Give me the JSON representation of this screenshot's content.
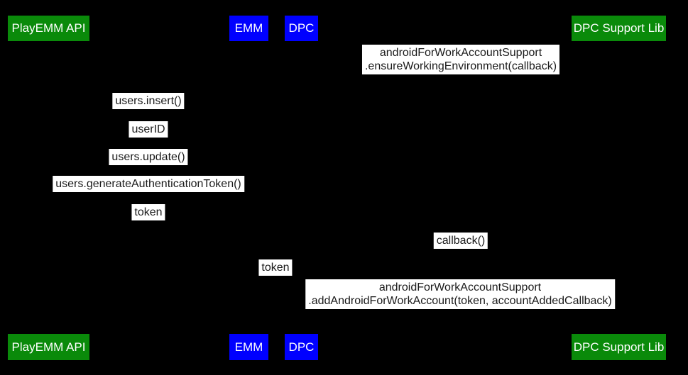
{
  "diagram": {
    "type": "sequence-diagram",
    "background_color": "#000000",
    "colors": {
      "green_participant": "#0a8a0a",
      "blue_participant": "#0000ff",
      "message_label_background": "#ffffff",
      "message_label_text": "#1a1a1a",
      "participant_text": "#ffffff"
    },
    "participants": [
      {
        "label": "PlayEMM API"
      },
      {
        "label": "EMM"
      },
      {
        "label": "DPC"
      },
      {
        "label": "DPC Support Lib"
      }
    ],
    "messages": [
      {
        "line1": "androidForWorkAccountSupport",
        "line2": ".ensureWorkingEnvironment(callback)"
      },
      {
        "text": "users.insert()"
      },
      {
        "text": "userID"
      },
      {
        "text": "users.update()"
      },
      {
        "text": "users.generateAuthenticationToken()"
      },
      {
        "text": "token"
      },
      {
        "text": "callback()"
      },
      {
        "text": "token"
      },
      {
        "line1": "androidForWorkAccountSupport",
        "line2": ".addAndroidForWorkAccount(token, accountAddedCallback)"
      }
    ]
  }
}
